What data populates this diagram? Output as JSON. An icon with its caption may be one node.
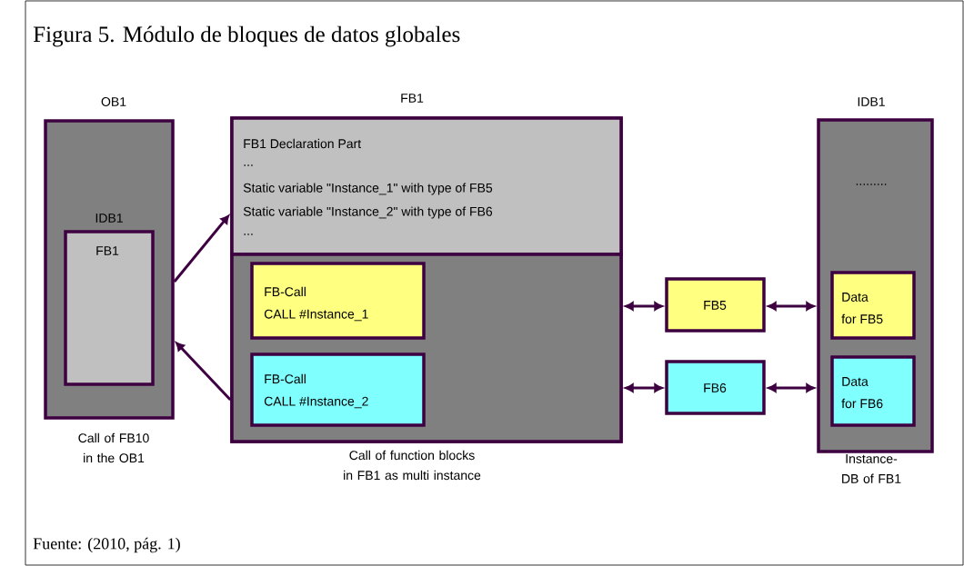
{
  "diagram": {
    "title": "Figura 5. Módulo de bloques de datos globales",
    "caption": "Fuente: (2010, pág. 1)",
    "nodes": [
      {
        "text": [
          "OB1"
        ],
        "beside": [
          "Call of FB10 in the OB1"
        ]
      },
      {
        "text": [
          "IDB1",
          "FB1"
        ],
        "in": 0
      },
      {
        "text": [
          "FB1"
        ],
        "beside": [
          "Call of function blocks in FB1 as multi instance"
        ]
      },
      {
        "text": [
          "FB1 Declaration Part",
          "...",
          "Static variable \"Instance_1\" with type of FB5",
          "Static variable \"Instance_2\" with type of FB6",
          "..."
        ],
        "in": 2
      },
      {
        "text": [],
        "shape": "box",
        "in": 2
      },
      {
        "text": [
          "FB-Call",
          "CALL #Instance_1"
        ],
        "in": 4
      },
      {
        "text": [
          "FB-Call",
          "CALL #Instance_2"
        ],
        "in": 4
      },
      {
        "text": [
          "FB5"
        ]
      },
      {
        "text": [
          "FB6"
        ]
      },
      {
        "text": [
          "IDB1",
          "........."
        ],
        "beside": [
          "Instance-DB of FB1"
        ]
      },
      {
        "text": [
          "Data",
          "for FB5"
        ],
        "in": 9
      },
      {
        "text": [
          "Data",
          "for FB6"
        ],
        "in": 9
      }
    ],
    "edges": [
      {
        "from": 0,
        "to": 3,
        "arrow": "to"
      },
      {
        "from": 4,
        "to": 0,
        "arrow": "to"
      },
      {
        "from": 4,
        "to": 7,
        "arrow": "both"
      },
      {
        "from": 4,
        "to": 8,
        "arrow": "both"
      },
      {
        "from": 7,
        "to": 9,
        "arrow": "both"
      },
      {
        "from": 8,
        "to": 9,
        "arrow": "both"
      }
    ]
  }
}
